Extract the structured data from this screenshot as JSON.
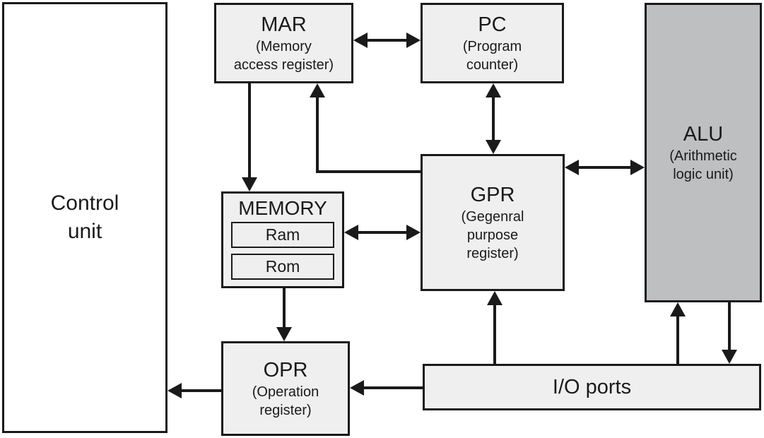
{
  "colors": {
    "background": "#ffffff",
    "box_fill": "#efefef",
    "alu_fill": "#bdbfc1",
    "border": "#1a1a1a",
    "arrow": "#1a1a1a",
    "text": "#1a1a1a"
  },
  "nodes": {
    "control_unit": {
      "lines": [
        "Control",
        "unit"
      ]
    },
    "mar": {
      "abbr": "MAR",
      "sub": [
        "(Memory",
        "access register)"
      ]
    },
    "pc": {
      "abbr": "PC",
      "sub": [
        "(Program",
        "counter)"
      ]
    },
    "alu": {
      "abbr": "ALU",
      "sub": [
        "(Arithmetic",
        "logic unit)"
      ]
    },
    "memory": {
      "title": "MEMORY",
      "ram": "Ram",
      "rom": "Rom"
    },
    "gpr": {
      "abbr": "GPR",
      "sub": [
        "(Gegenral",
        "purpose",
        "register)"
      ]
    },
    "opr": {
      "abbr": "OPR",
      "sub": [
        "(Operation",
        "register)"
      ]
    },
    "io": {
      "label": "I/O ports"
    }
  },
  "connections": [
    {
      "from": "MAR",
      "to": "PC",
      "type": "bidirectional"
    },
    {
      "from": "PC",
      "to": "GPR",
      "type": "bidirectional"
    },
    {
      "from": "GPR",
      "to": "ALU",
      "type": "bidirectional"
    },
    {
      "from": "MAR",
      "to": "MEMORY",
      "type": "one-way"
    },
    {
      "from": "GPR",
      "to": "MAR",
      "type": "one-way"
    },
    {
      "from": "MEMORY",
      "to": "GPR",
      "type": "bidirectional"
    },
    {
      "from": "MEMORY",
      "to": "OPR",
      "type": "one-way"
    },
    {
      "from": "OPR",
      "to": "Control unit",
      "type": "one-way"
    },
    {
      "from": "I/O ports",
      "to": "OPR",
      "type": "one-way"
    },
    {
      "from": "I/O ports",
      "to": "GPR",
      "type": "one-way"
    },
    {
      "from": "I/O ports",
      "to": "ALU",
      "type": "one-way"
    },
    {
      "from": "ALU",
      "to": "I/O ports",
      "type": "one-way"
    }
  ]
}
